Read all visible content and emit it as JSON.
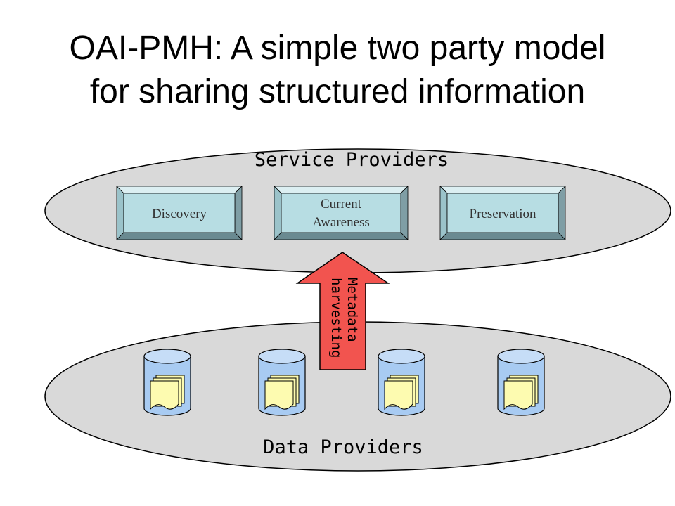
{
  "title": {
    "line1": "OAI-PMH: A simple two party model",
    "line2": "for sharing structured information"
  },
  "service_providers": {
    "label": "Service Providers",
    "services": [
      {
        "line1": "Discovery",
        "line2": ""
      },
      {
        "line1": "Current",
        "line2": "Awareness"
      },
      {
        "line1": "Preservation",
        "line2": ""
      }
    ]
  },
  "data_providers": {
    "label": "Data Providers",
    "repository_count": 4
  },
  "arrow": {
    "line1": "Metadata",
    "line2": "harvesting"
  },
  "colors": {
    "ellipse_fill": "#d9d9d9",
    "box_fill": "#b7dde3",
    "box_bevel": "#7f9ea5",
    "cylinder_fill": "#a8cbf2",
    "document_fill": "#fdfbb0",
    "arrow_fill": "#f2544f"
  }
}
